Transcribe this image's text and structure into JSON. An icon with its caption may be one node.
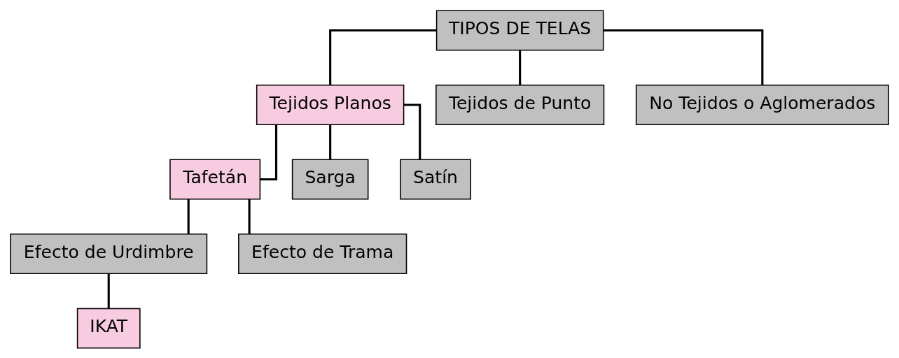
{
  "diagram": {
    "nodes": [
      {
        "text": [
          "TIPOS DE TELAS"
        ]
      },
      {
        "text": [
          "Tejidos Planos"
        ]
      },
      {
        "text": [
          "Tejidos de Punto"
        ]
      },
      {
        "text": [
          "No Tejidos o Aglomerados"
        ]
      },
      {
        "text": [
          "Tafetán"
        ]
      },
      {
        "text": [
          "Sarga"
        ]
      },
      {
        "text": [
          "Satín"
        ]
      },
      {
        "text": [
          "Efecto de Urdimbre"
        ]
      },
      {
        "text": [
          "Efecto de Trama"
        ]
      },
      {
        "text": [
          "IKAT"
        ]
      }
    ],
    "edges": [
      {
        "from": 0,
        "to": 1,
        "arrow": "none"
      },
      {
        "from": 0,
        "to": 2,
        "arrow": "none"
      },
      {
        "from": 0,
        "to": 3,
        "arrow": "none"
      },
      {
        "from": 1,
        "to": 4,
        "arrow": "none"
      },
      {
        "from": 1,
        "to": 5,
        "arrow": "none"
      },
      {
        "from": 1,
        "to": 6,
        "arrow": "none"
      },
      {
        "from": 4,
        "to": 7,
        "arrow": "none"
      },
      {
        "from": 4,
        "to": 8,
        "arrow": "none"
      },
      {
        "from": 7,
        "to": 9,
        "arrow": "none"
      }
    ]
  }
}
